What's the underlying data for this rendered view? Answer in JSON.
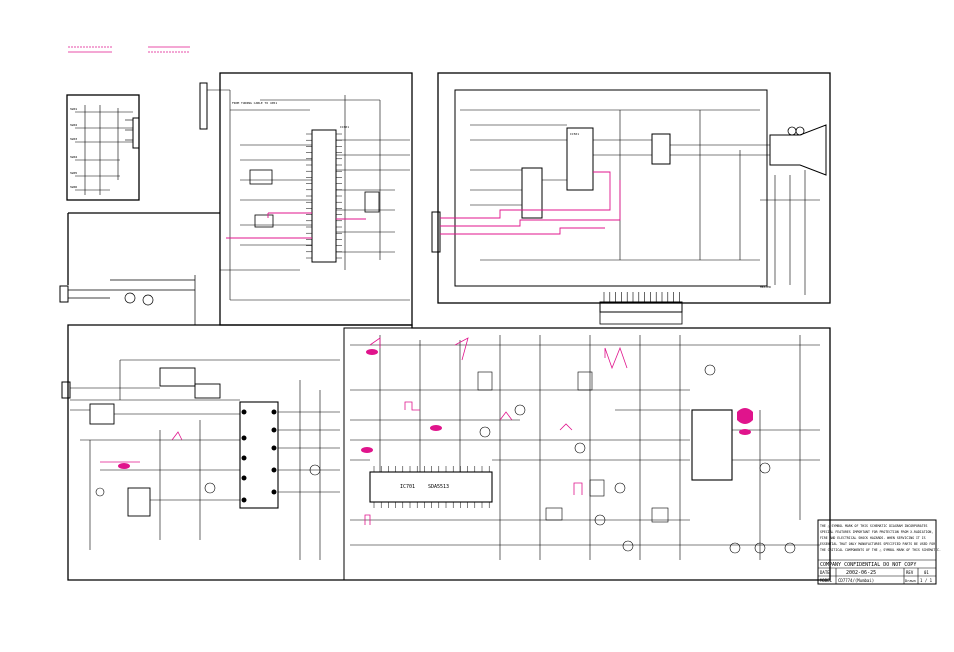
{
  "colors": {
    "ink": "#000000",
    "highlight": "#e0148c",
    "paper": "#ffffff"
  },
  "chips": {
    "ic701": {
      "ref": "IC701",
      "part": "SDA5513"
    }
  },
  "title_block": {
    "notes": [
      "THE △ SYMBOL MARK OF THIS SCHEMATIC DIAGRAM INCORPORATES",
      "SPECIAL FEATURES IMPORTANT FOR PROTECTION FROM X-RADIATION,",
      "FIRE AND ELECTRICAL SHOCK HAZARDS. WHEN SERVICING IT IS",
      "ESSENTIAL THAT ONLY MANUFACTURES SPECIFIED PARTS BE USED FOR",
      "THE CRITICAL COMPONENTS OF THE △ SYMBOL MARK OF THIS SCHEMATIC."
    ],
    "confidential": "COMPANY CONFIDENTIAL DO NOT COPY",
    "date_label": "DATE",
    "date_value": "2002-06-25",
    "rev_label": "REV",
    "rev_value": "01",
    "model_label": "MODEL",
    "model_value": "CD7774/(Mumbai)",
    "drawn_label": "Drawn",
    "page_value": "1 / 1"
  }
}
